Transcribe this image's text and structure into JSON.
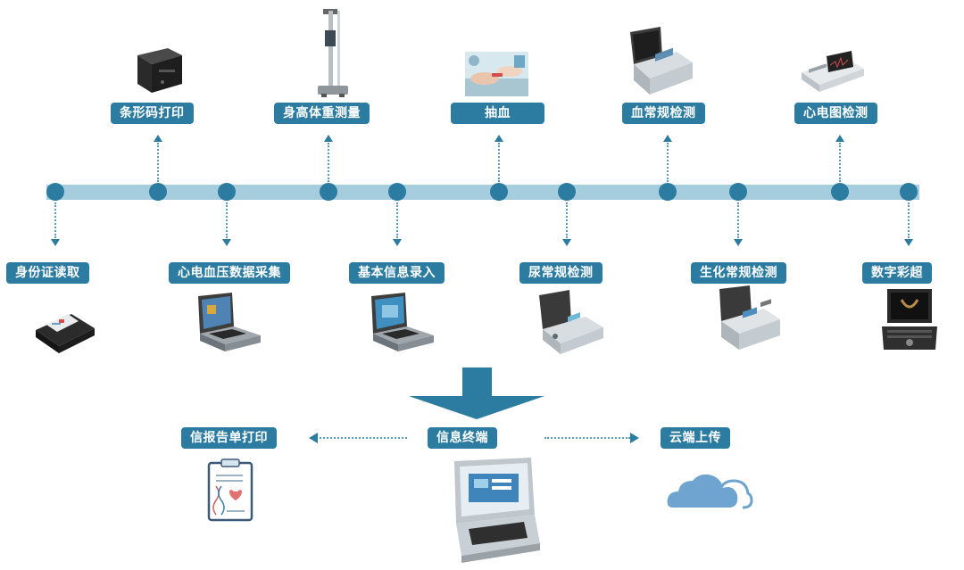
{
  "top_labels": [
    "条形码打印",
    "身高体重测量",
    "抽血",
    "血常规检测",
    "心电图检测"
  ],
  "bottom_labels": [
    "身份证读取",
    "心电血压数据采集",
    "基本信息录入",
    "尿常规检测",
    "生化常规检测",
    "数字彩超"
  ],
  "output": {
    "center_label": "信息终端",
    "left_label": "信报告单打印",
    "right_label": "云端上传"
  },
  "icons": [
    "barcode-printer-icon",
    "height-weight-scale-icon",
    "blood-draw-photo-icon",
    "blood-analyzer-icon",
    "ecg-machine-icon",
    "id-card-reader-icon",
    "ecg-bp-laptop-icon",
    "info-entry-laptop-icon",
    "urine-analyzer-icon",
    "biochem-analyzer-icon",
    "ultrasound-icon",
    "report-clipboard-icon",
    "info-terminal-icon",
    "cloud-icon"
  ],
  "colors": {
    "accent": "#2c7ba0",
    "timeline": "#a6cddd",
    "cloud": "#6ea4cf"
  }
}
